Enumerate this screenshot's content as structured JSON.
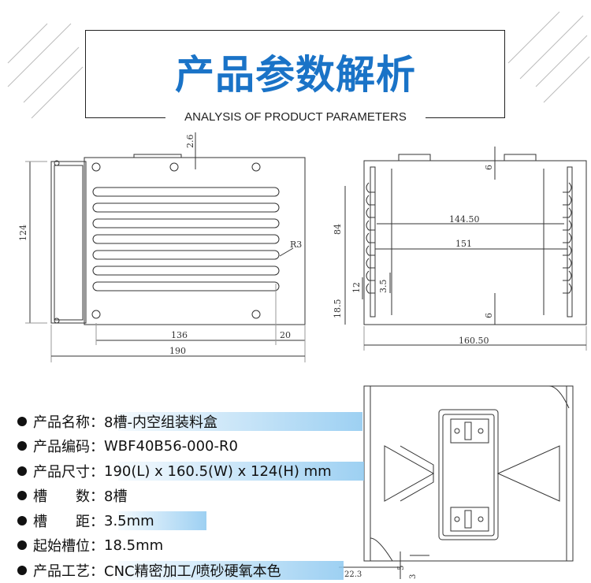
{
  "header": {
    "title": "产品参数解析",
    "subtitle": "ANALYSIS OF PRODUCT PARAMETERS"
  },
  "colors": {
    "title": "#1a73c7",
    "highlight": "#8cc8f0",
    "line": "#333333"
  },
  "drawings": {
    "side": {
      "dims": [
        "2.6",
        "124",
        "R3",
        "136",
        "20",
        "190"
      ]
    },
    "front": {
      "dims": [
        "6",
        "84",
        "144.50",
        "151",
        "12",
        "3.5",
        "18.5",
        "6",
        "160.50"
      ]
    },
    "top": {
      "dims": [
        "22.3",
        "5",
        "3"
      ]
    }
  },
  "params": [
    {
      "label": "产品名称：",
      "value": "8槽-内空组装料盒"
    },
    {
      "label": "产品编码：",
      "value": "WBF40B56-000-R0"
    },
    {
      "label": "产品尺寸：",
      "value": "190(L) x 160.5(W) x 124(H) mm"
    },
    {
      "label": "槽　　数：",
      "value": "8槽"
    },
    {
      "label": "槽　　距：",
      "value": "3.5mm"
    },
    {
      "label": "起始槽位：",
      "value": "18.5mm"
    },
    {
      "label": "产品工艺：",
      "value": "CNC精密加工/喷砂硬氧本色"
    }
  ]
}
